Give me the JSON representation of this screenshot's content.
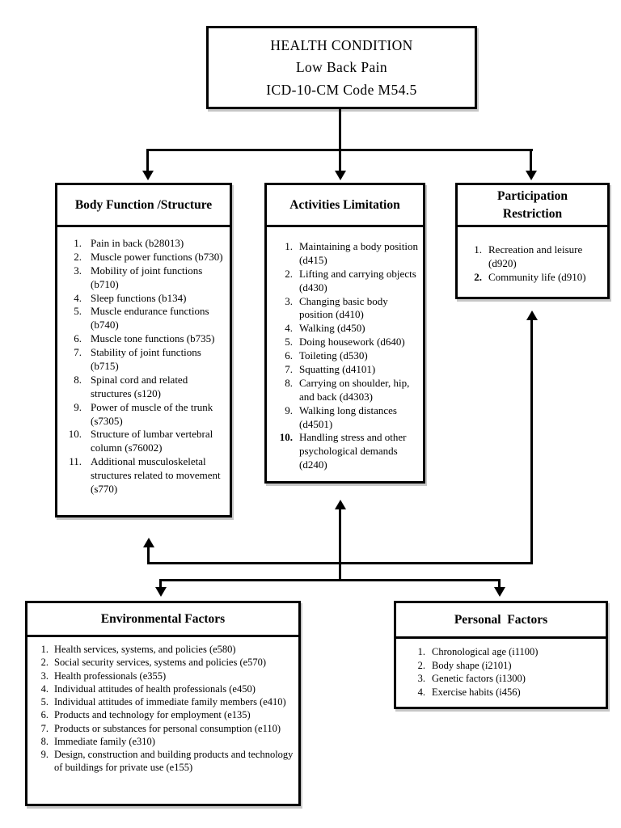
{
  "colors": {
    "line": "#000000",
    "background": "#ffffff"
  },
  "health_condition": {
    "lines": [
      "HEALTH CONDITION",
      "Low Back Pain",
      "ICD-10-CM Code M54.5"
    ]
  },
  "boxes": [
    {
      "id": "body-function",
      "title": "Body Function /Structure",
      "items": [
        {
          "n": "1.",
          "t": "Pain in back (b28013)"
        },
        {
          "n": "2.",
          "t": "Muscle power functions (b730)"
        },
        {
          "n": "3.",
          "t": "Mobility of joint functions (b710)"
        },
        {
          "n": "4.",
          "t": "Sleep functions (b134)"
        },
        {
          "n": "5.",
          "t": "Muscle endurance functions (b740)"
        },
        {
          "n": "6.",
          "t": "Muscle tone functions (b735)"
        },
        {
          "n": "7.",
          "t": "Stability of joint functions (b715)"
        },
        {
          "n": "8.",
          "t": "Spinal cord and related structures (s120)"
        },
        {
          "n": "9.",
          "t": "Power of muscle of the trunk (s7305)"
        },
        {
          "n": "10.",
          "t": "Structure of lumbar vertebral column (s76002)"
        },
        {
          "n": "11.",
          "t": "Additional musculoskeletal structures related to movement (s770)"
        }
      ]
    },
    {
      "id": "activities",
      "title": "Activities Limitation",
      "items": [
        {
          "n": "1.",
          "t": "Maintaining a body position (d415)"
        },
        {
          "n": "2.",
          "t": "Lifting and carrying objects (d430)"
        },
        {
          "n": "3.",
          "t": "Changing basic body position (d410)"
        },
        {
          "n": "4.",
          "t": "Walking (d450)"
        },
        {
          "n": "5.",
          "t": "Doing housework (d640)"
        },
        {
          "n": "6.",
          "t": "Toileting (d530)"
        },
        {
          "n": "7.",
          "t": "Squatting (d4101)"
        },
        {
          "n": "8.",
          "t": "Carrying on shoulder, hip, and back (d4303)"
        },
        {
          "n": "9.",
          "t": "Walking long distances (d4501)"
        },
        {
          "n": "10.",
          "t": "Handling stress and other psychological demands (d240)",
          "b": true
        }
      ]
    },
    {
      "id": "participation",
      "title": "Participation Restriction",
      "items": [
        {
          "n": "1.",
          "t": "Recreation and leisure (d920)"
        },
        {
          "n": "2.",
          "t": "Community life (d910)",
          "b": true
        }
      ]
    },
    {
      "id": "environmental",
      "title": "Environmental Factors",
      "items": [
        {
          "n": "1.",
          "t": "Health services, systems, and policies (e580)"
        },
        {
          "n": "2.",
          "t": "Social security services, systems and policies (e570)"
        },
        {
          "n": "3.",
          "t": "Health professionals (e355)"
        },
        {
          "n": "4.",
          "t": "Individual attitudes of health professionals (e450)"
        },
        {
          "n": "5.",
          "t": "Individual attitudes of immediate family members (e410)"
        },
        {
          "n": "6.",
          "t": "Products and technology for employment (e135)"
        },
        {
          "n": "7.",
          "t": "Products or substances for personal consumption (e110)"
        },
        {
          "n": "8.",
          "t": "Immediate family (e310)"
        },
        {
          "n": "9.",
          "t": "Design, construction and building products and technology of buildings for private use (e155)"
        }
      ]
    },
    {
      "id": "personal",
      "title": "Personal  Factors",
      "items": [
        {
          "n": "1.",
          "t": "Chronological age (i1100)"
        },
        {
          "n": "2.",
          "t": "Body shape (i2101)"
        },
        {
          "n": "3.",
          "t": "Genetic factors (i1300)"
        },
        {
          "n": "4.",
          "t": "Exercise habits (i456)"
        }
      ]
    }
  ]
}
